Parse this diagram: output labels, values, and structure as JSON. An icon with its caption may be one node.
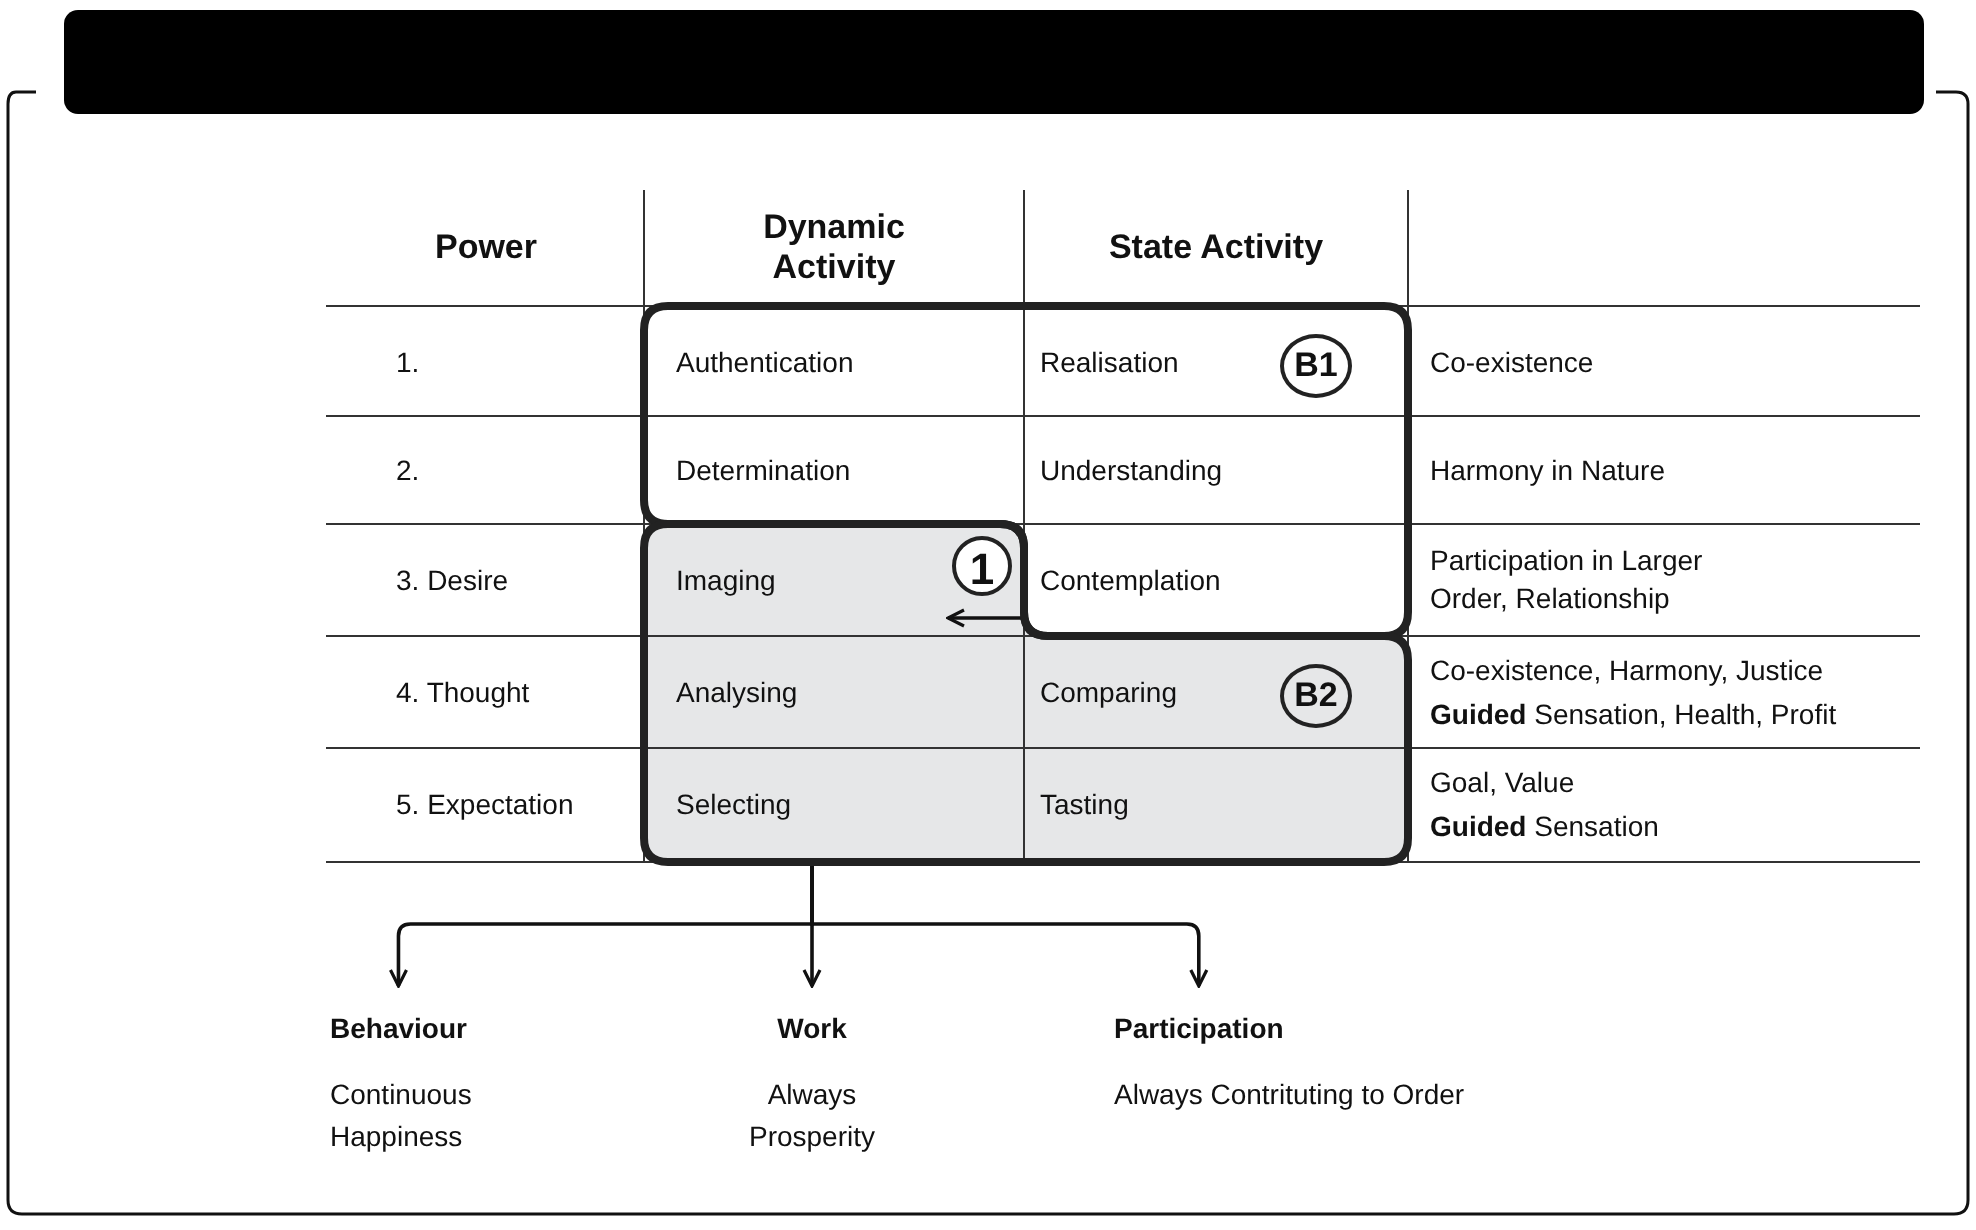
{
  "diagram": {
    "nodes": [
      {
        "text": [
          "B1"
        ]
      },
      {
        "text": [
          "B2"
        ]
      },
      {
        "text": [
          "Behaviour",
          "Continuous Happiness"
        ]
      },
      {
        "text": [
          "Work",
          "Always Prosperity"
        ]
      },
      {
        "text": [
          "Participation",
          "Always Contrituting to Order"
        ]
      }
    ],
    "edges": [
      {
        "from": 0,
        "to": 1,
        "arrow": "to",
        "label": "1"
      },
      {
        "from": 1,
        "to": 2,
        "arrow": "to"
      },
      {
        "from": 1,
        "to": 3,
        "arrow": "to"
      },
      {
        "from": 1,
        "to": 4,
        "arrow": "to"
      }
    ],
    "labels": [
      "Power",
      "Dynamic Activity",
      "State Activity",
      "1.",
      "Authentication",
      "Realisation",
      "Co-existence",
      "2.",
      "Determination",
      "Understanding",
      "Harmony in Nature",
      "3. Desire",
      "Imaging",
      "Contemplation",
      "Participation in Larger Order, Relationship",
      "4. Thought",
      "Analysing",
      "Comparing",
      "Co-existence, Harmony, Justice",
      "**Guided** Sensation, Health, Profit",
      "5. Expectation",
      "Selecting",
      "Tasting",
      "Goal, Value",
      "**Guided** Sensation"
    ]
  }
}
